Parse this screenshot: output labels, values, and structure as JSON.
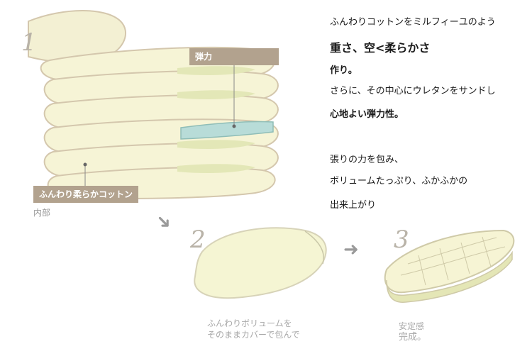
{
  "steps": {
    "one": "1",
    "two": "2",
    "three": "3"
  },
  "labels": {
    "elastic": "弾力",
    "cotton": "ふんわり柔らかコットン",
    "inner": "内部"
  },
  "description": {
    "line1": "ふんわりコットンをミルフィーユのよう",
    "line2": "重さ、空<柔らかさ",
    "line3": "作り。",
    "line4": "さらに、その中心にウレタンをサンドし",
    "line5": "心地よい弾力性。",
    "line6": "張りの力を包み、",
    "line7": "ボリュームたっぷり、ふかふかの",
    "line8": "出来上がり"
  },
  "captions": {
    "step2_line1": "ふんわりボリュームを",
    "step2_line2": "そのままカバーで包んで",
    "step3_line1": "安定感",
    "step3_line2": "完成。"
  },
  "colors": {
    "label_bg": "#b2a28e",
    "cushion_fill": "#f6f4d6",
    "outline": "#d4c7ad",
    "urethane": "#b8dcd8"
  }
}
